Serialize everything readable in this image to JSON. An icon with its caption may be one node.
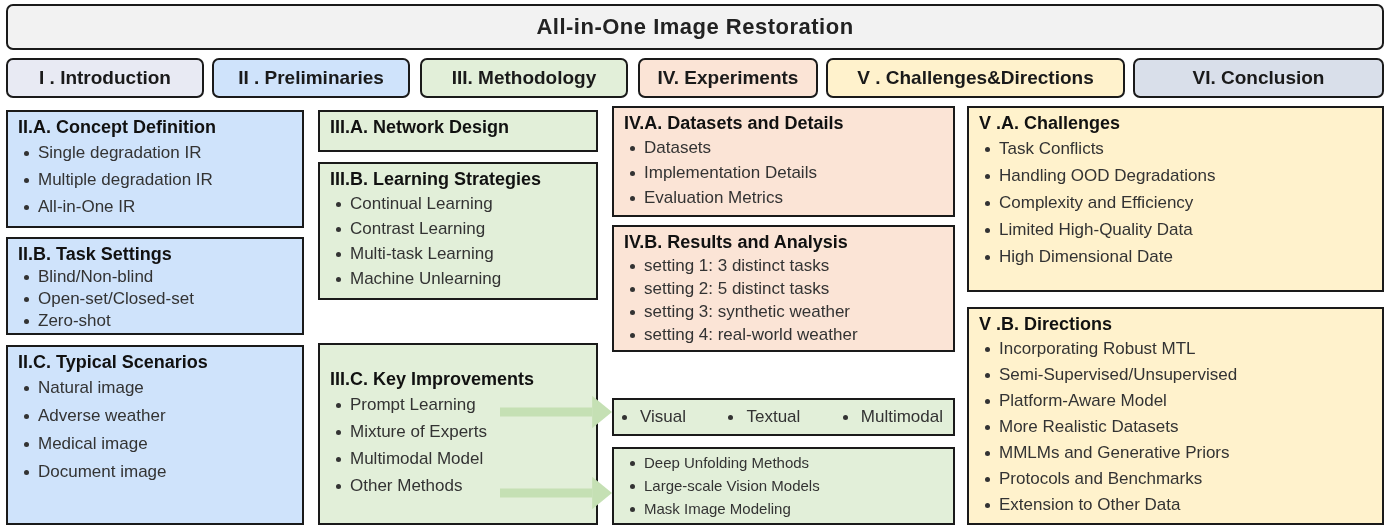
{
  "diagram": {
    "nodes": [
      {
        "text": [
          "All-in-One Image Restoration"
        ]
      },
      {
        "text": [
          "I . Introduction"
        ]
      },
      {
        "text": [
          "II . Preliminaries"
        ]
      },
      {
        "text": [
          "III. Methodology"
        ]
      },
      {
        "text": [
          "IV. Experiments"
        ]
      },
      {
        "text": [
          "V . Challenges&Directions"
        ]
      },
      {
        "text": [
          "VI. Conclusion"
        ]
      },
      {
        "text": [
          "II.A. Concept Definition",
          "Single degradation IR",
          "Multiple degradation IR",
          "All-in-One IR"
        ]
      },
      {
        "text": [
          "II.B. Task Settings",
          "Blind/Non-blind",
          "Open-set/Closed-set",
          "Zero-shot"
        ]
      },
      {
        "text": [
          "II.C. Typical Scenarios",
          "Natural image",
          "Adverse weather",
          "Medical image",
          "Document image"
        ]
      },
      {
        "text": [
          "III.A. Network Design"
        ]
      },
      {
        "text": [
          "III.B. Learning Strategies",
          "Continual Learning",
          "Contrast Learning",
          "Multi-task Learning",
          "Machine Unlearning"
        ]
      },
      {
        "text": [
          "III.C. Key Improvements",
          "Prompt Learning",
          "Mixture of Experts",
          "Multimodal Model",
          "Other Methods"
        ]
      },
      {
        "text": [
          "Visual",
          "Textual",
          "Multimodal"
        ]
      },
      {
        "text": [
          "Deep Unfolding Methods",
          "Large-scale Vision Models",
          "Mask Image Modeling"
        ]
      },
      {
        "text": [
          "IV.A. Datasets and Details",
          "Datasets",
          "Implementation Details",
          "Evaluation Metrics"
        ]
      },
      {
        "text": [
          "IV.B. Results and Analysis",
          "setting 1: 3 distinct tasks",
          "setting 2: 5 distinct tasks",
          "setting 3: synthetic weather",
          "setting 4: real-world weather"
        ]
      },
      {
        "text": [
          "V .A. Challenges",
          "Task Conflicts",
          "Handling OOD Degradations",
          "Complexity and Efficiency",
          "Limited High-Quality Data",
          "High Dimensional Date"
        ]
      },
      {
        "text": [
          "V .B. Directions",
          "Incorporating Robust MTL",
          "Semi-Supervised/Unsupervised",
          "Platform-Aware Model",
          "More Realistic Datasets",
          "MMLMs and Generative Priors",
          "Protocols and Benchmarks",
          "Extension to Other Data"
        ]
      }
    ],
    "edges": [
      {
        "from": 12,
        "to": 13,
        "arrow": "to"
      },
      {
        "from": 12,
        "to": 14,
        "arrow": "to"
      }
    ]
  }
}
